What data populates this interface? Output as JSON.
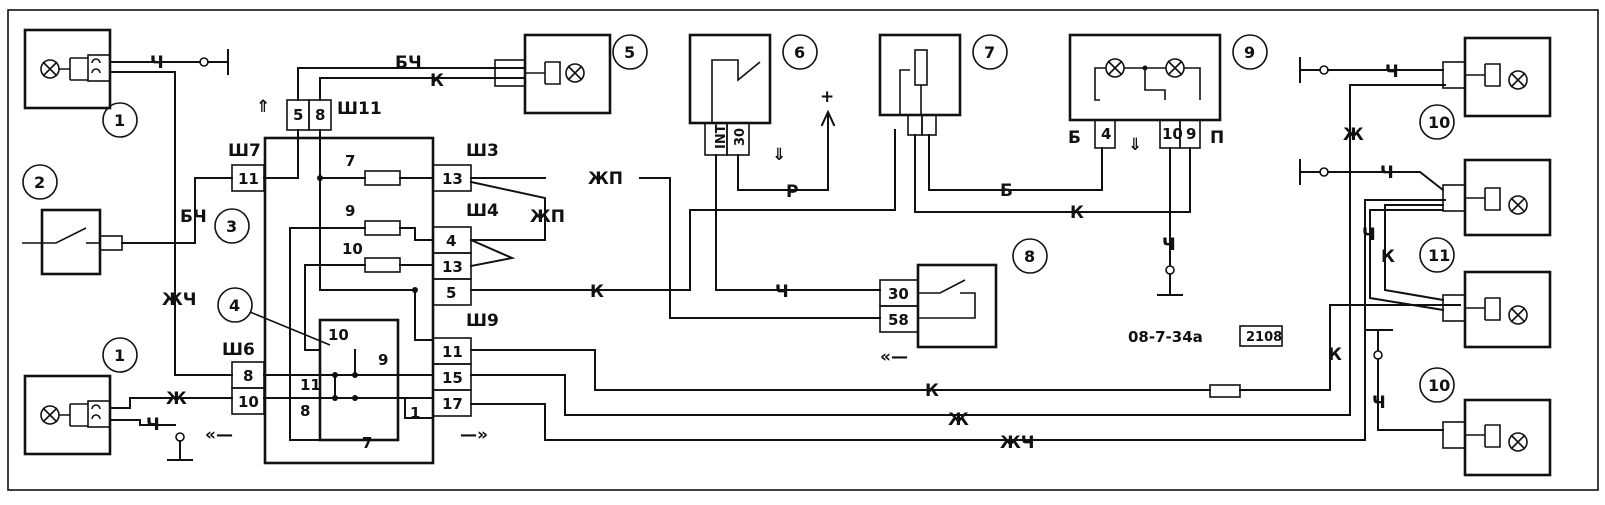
{
  "callouts": [
    "1",
    "2",
    "3",
    "4",
    "5",
    "6",
    "7",
    "8",
    "9",
    "10",
    "11"
  ],
  "connectors": {
    "sh3": "Ш3",
    "sh4": "Ш4",
    "sh6": "Ш6",
    "sh7": "Ш7",
    "sh9": "Ш9",
    "sh11": "Ш11"
  },
  "pins": {
    "p5": "5",
    "p8": "8",
    "p11": "11",
    "p13a": "13",
    "p4": "4",
    "p13b": "13",
    "p5b": "5",
    "p11b": "11",
    "p15": "15",
    "p17": "17",
    "p8b": "8",
    "p10b": "10",
    "relay_10": "10",
    "relay_9": "9",
    "relay_11": "11",
    "relay_8": "8",
    "relay_7": "7",
    "relay_1": "1",
    "fuse7": "7",
    "fuse9": "9",
    "fuse10": "10",
    "sw6_int": "INT",
    "sw6_30": "30",
    "sw8_30": "30",
    "sw8_58": "58",
    "lamp9_4": "4",
    "lamp9_10": "10",
    "lamp9_9": "9"
  },
  "wires": {
    "ch": "Ч",
    "bch": "БЧ",
    "k": "К",
    "zhp": "ЖП",
    "r": "Р",
    "b": "Б",
    "zh": "Ж",
    "zhch": "ЖЧ",
    "p": "П"
  },
  "plus": "+",
  "figure_code": "08-7-34а",
  "model": "2108"
}
